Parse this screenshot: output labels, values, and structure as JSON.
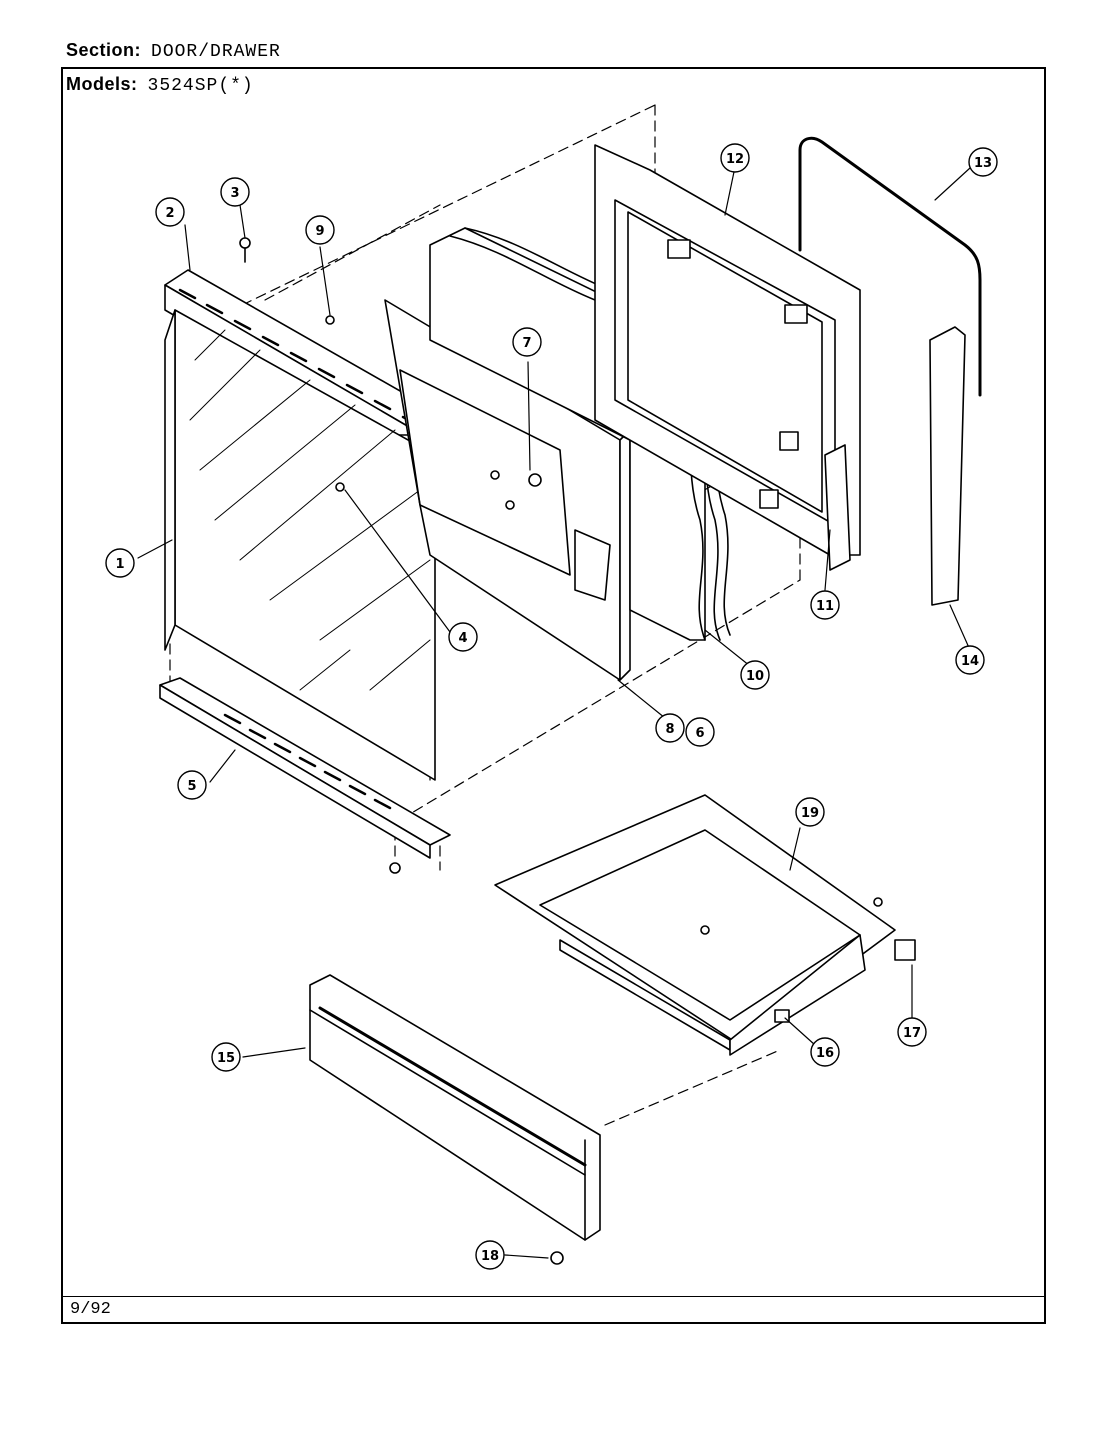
{
  "header": {
    "section_label": "Section:",
    "section_value": "DOOR/DRAWER",
    "models_label": "Models:",
    "models_value": "3524SP(*)"
  },
  "footer": {
    "date": "9/92"
  },
  "callouts": [
    "1",
    "2",
    "3",
    "4",
    "5",
    "6",
    "7",
    "8",
    "9",
    "10",
    "11",
    "12",
    "13",
    "14",
    "15",
    "16",
    "17",
    "18",
    "19"
  ]
}
